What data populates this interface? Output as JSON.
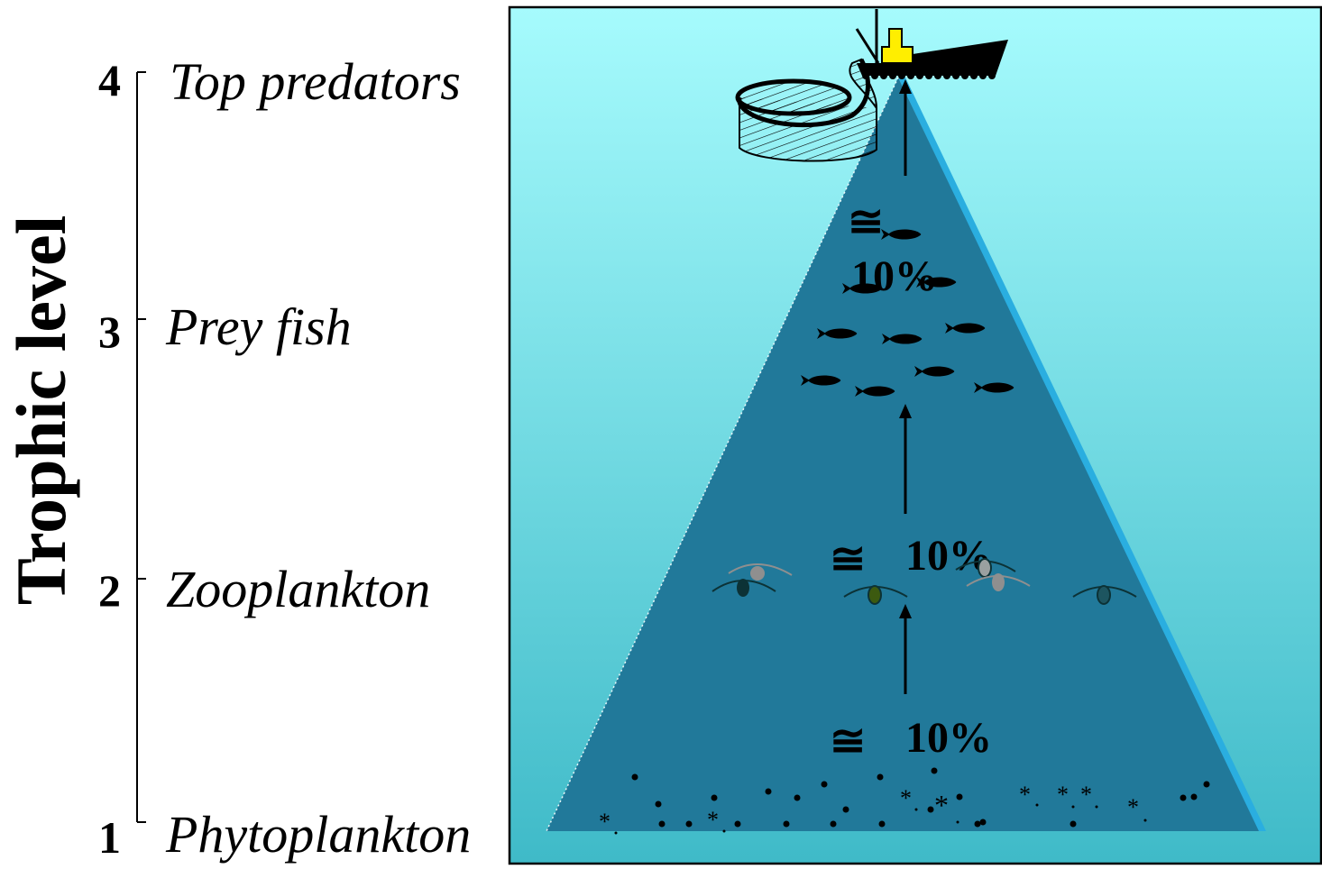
{
  "axis": {
    "title": "Trophic level",
    "levels": [
      {
        "number": "4",
        "name": "Top predators"
      },
      {
        "number": "3",
        "name": "Prey fish"
      },
      {
        "number": "2",
        "name": "Zooplankton"
      },
      {
        "number": "1",
        "name": "Phytoplankton"
      }
    ]
  },
  "transfers": [
    {
      "symbol": "≅",
      "value": "10%"
    },
    {
      "symbol": "≅",
      "value": "10%"
    },
    {
      "symbol": "≅",
      "value": "10%"
    }
  ],
  "colors": {
    "water_top": "#a6fbfd",
    "water_bottom": "#3fbac8",
    "pyramid": "#21799a",
    "pyramid_edge": "#2aaee0",
    "boat_cabin": "#ffee00"
  },
  "icons": [
    "fishing-boat-icon",
    "purse-seine-net-icon",
    "fish-icon",
    "zooplankton-icon",
    "phytoplankton-icon",
    "arrow-up-icon"
  ]
}
